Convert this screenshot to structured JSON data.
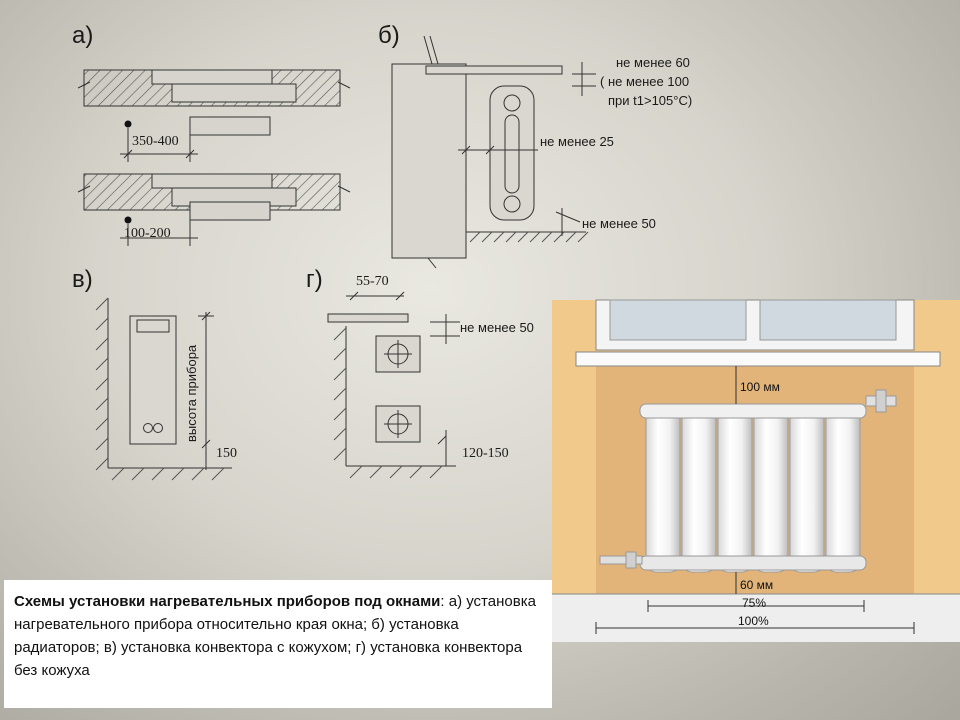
{
  "labels": {
    "a": "а)",
    "b": "б)",
    "v": "в)",
    "g": "г)"
  },
  "diagram_a": {
    "dim1": "350-400",
    "dim2": "100-200"
  },
  "diagram_b": {
    "top_line1": "не менее 60",
    "top_line2": "(  не менее 100",
    "top_line3": "при t1>105°C)",
    "side": "не менее 25",
    "bottom": "не менее 50"
  },
  "diagram_v": {
    "height_label": "высота прибора",
    "bottom": "150"
  },
  "diagram_g": {
    "top": "55-70",
    "side": "не менее 50",
    "bottom": "120-150"
  },
  "photo": {
    "top_gap": "100 мм",
    "bottom_gap": "60 мм",
    "width1": "75%",
    "width2": "100%"
  },
  "caption": {
    "bold": "Схемы установки нагревательных приборов под окнами",
    "rest": ": а) установка нагревательного прибора относительно края  окна; б) установка радиаторов; в) установка конвектора с кожухом; г) установка конвектора без кожуха"
  }
}
